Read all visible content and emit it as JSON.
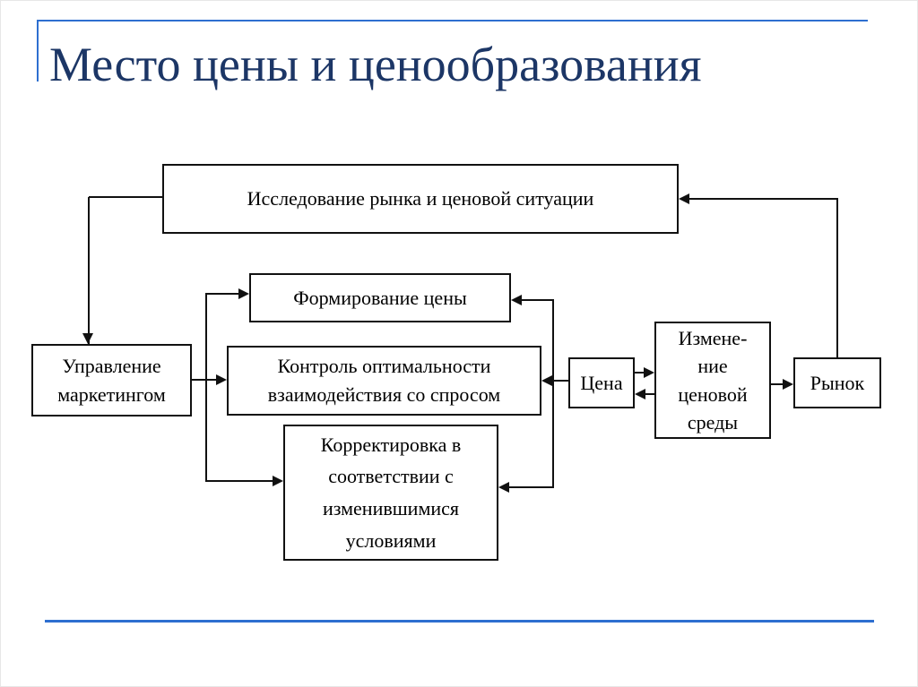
{
  "slide": {
    "title": "Место цены и ценообразования",
    "boxes": {
      "research": "Исследование рынка и ценовой ситуации",
      "formation": "Формирование цены",
      "management": "Управление\nмаркетингом",
      "control": "Контроль оптимальности\nвзаимодействия со спросом",
      "price": "Цена",
      "change": "Измене-\nние\nценовой\nсреды",
      "market": "Рынок",
      "adjustment": "Корректировка в\nсоответствии с\nизменившимися\nусловиями"
    },
    "edges": [
      {
        "from": "research",
        "to": "management"
      },
      {
        "from": "market",
        "to": "research"
      },
      {
        "from": "management",
        "to": "control"
      },
      {
        "from": "management",
        "to": "formation"
      },
      {
        "from": "management",
        "to": "adjustment"
      },
      {
        "from": "price",
        "to": "control"
      },
      {
        "from": "price",
        "to": "formation"
      },
      {
        "from": "price",
        "to": "adjustment"
      },
      {
        "from": "price",
        "to": "change"
      },
      {
        "from": "change",
        "to": "price"
      },
      {
        "from": "change",
        "to": "market"
      }
    ],
    "colors": {
      "accent_blue": "#2e6fd0",
      "title_text": "#1c3666",
      "diagram_line": "#111111"
    }
  }
}
